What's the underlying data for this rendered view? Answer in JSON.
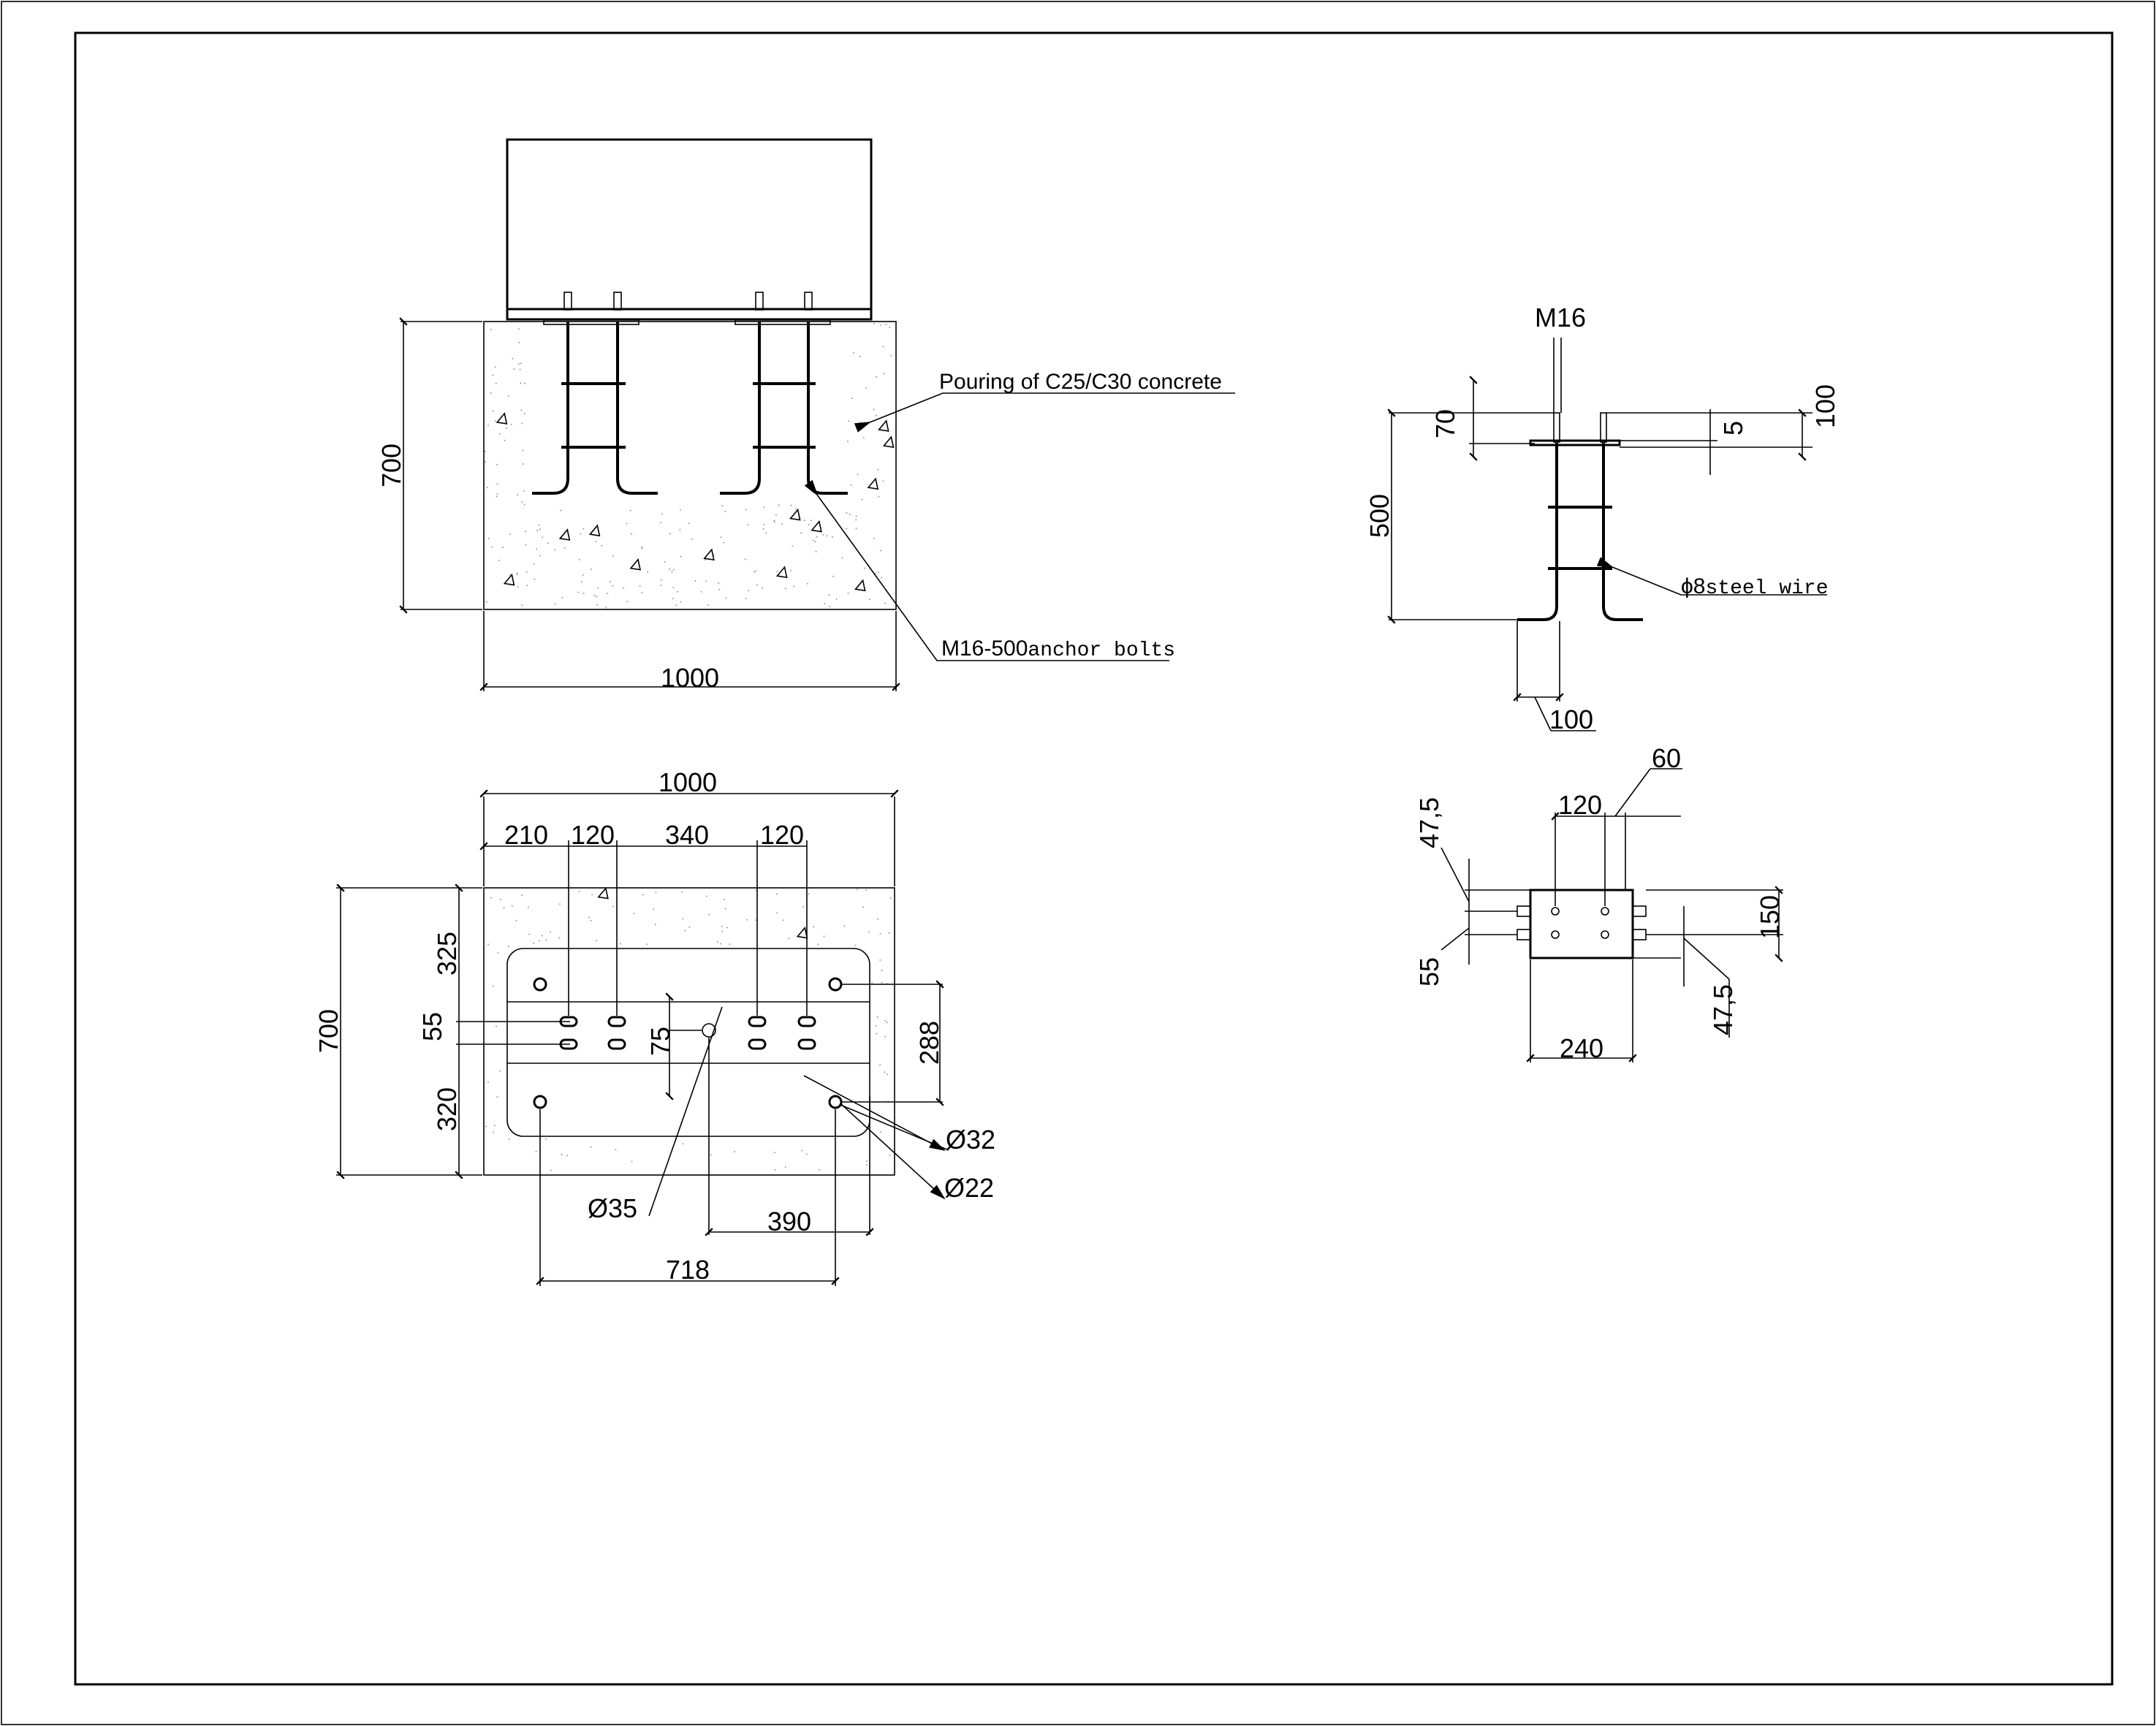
{
  "elevation": {
    "concrete_label": "Pouring of C25/C30 concrete",
    "bolt_label_main": "M16-500",
    "bolt_label_rest": "anchor bolts",
    "height_dim": "700",
    "width_dim": "1000"
  },
  "plan": {
    "width_dim": "1000",
    "seg_210": "210",
    "seg_120a": "120",
    "seg_340": "340",
    "seg_120b": "120",
    "height_dim": "700",
    "top_dim": "325",
    "mid_dim": "55",
    "bot_dim": "320",
    "inner_75": "75",
    "right_288": "288",
    "dia_32": "Ø32",
    "dia_22": "Ø22",
    "dia_35": "Ø35",
    "dim_390": "390",
    "dim_718": "718"
  },
  "bolt_detail": {
    "thread": "M16",
    "dim_70": "70",
    "dim_5": "5",
    "dim_100_top": "100",
    "dim_500": "500",
    "wire_label_main": "ϕ8",
    "wire_label_rest": "steel wire",
    "dim_100_bottom": "100"
  },
  "plate_detail": {
    "dim_60": "60",
    "dim_120": "120",
    "dim_47_5_top": "47,5",
    "dim_55": "55",
    "dim_150": "150",
    "dim_47_5_bottom": "47,5",
    "dim_240": "240"
  }
}
